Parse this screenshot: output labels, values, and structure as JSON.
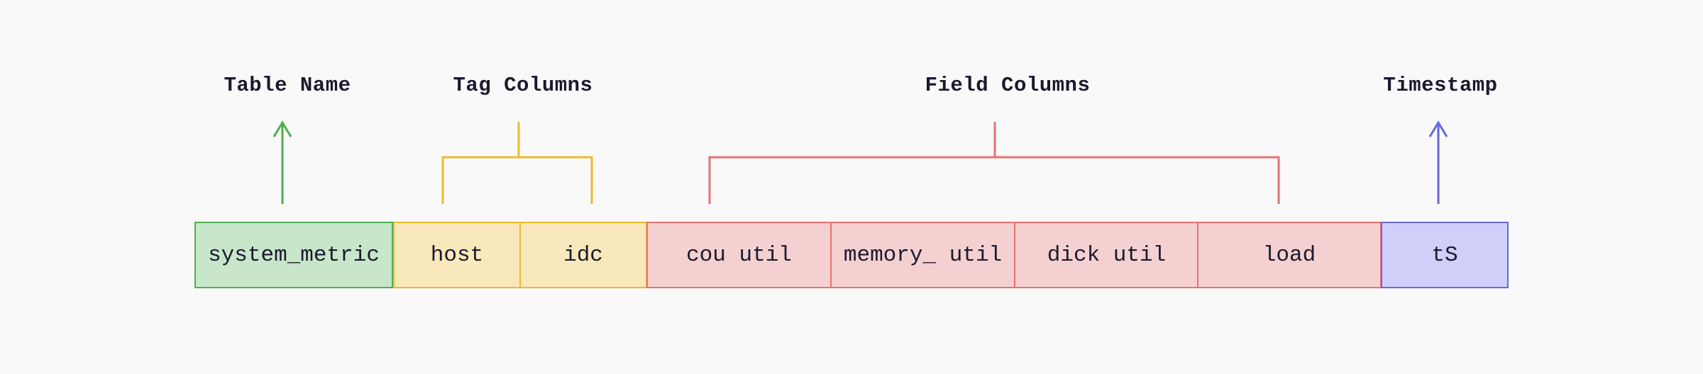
{
  "labels": {
    "table_name": "Table Name",
    "tag_columns": "Tag Columns",
    "field_columns": "Field Columns",
    "timestamp": "Timestamp"
  },
  "cells": {
    "table_name": "system_metric",
    "tags": [
      "host",
      "idc"
    ],
    "fields": [
      "cou util",
      "memory_ util",
      "dick util",
      "load"
    ],
    "timestamp": "tS"
  },
  "colors": {
    "table_name": "#4caf50",
    "tags": "#eeb92c",
    "fields": "#e87171",
    "timestamp": "#6868e0"
  }
}
